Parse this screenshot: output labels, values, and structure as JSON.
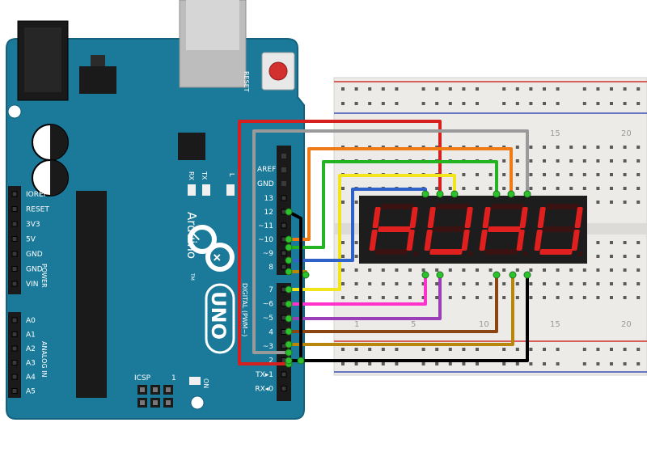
{
  "board": {
    "reset_label": "RESET",
    "aref_label": "AREF",
    "gnd_label": "GND",
    "tx_label": "TX",
    "rx_label": "RX",
    "l_label": "L",
    "brand_name": "Arduino",
    "brand_tm": "TM",
    "model": "UNO",
    "on_label": "ON",
    "icsp_label": "ICSP",
    "icsp_one": "1",
    "digital_label": "DIGITAL (PWM~)",
    "power_label": "POWER",
    "analog_label": "ANALOG IN",
    "power_pins": [
      "IOREF",
      "RESET",
      "3V3",
      "5V",
      "GND",
      "GND",
      "VIN"
    ],
    "analog_pins": [
      "A0",
      "A1",
      "A2",
      "A3",
      "A4",
      "A5"
    ],
    "digital_pins": [
      "13",
      "12",
      "~11",
      "~10",
      "~9",
      "8",
      "7",
      "~6",
      "~5",
      "4",
      "~3",
      "2",
      "TX▸1",
      "RX◂0"
    ],
    "colors": {
      "board": "#1b7a9a",
      "board_edge": "#14627d"
    }
  },
  "breadboard": {
    "column_numbers": [
      "1",
      "5",
      "10",
      "15",
      "20"
    ],
    "colors": {
      "body": "#ecebe8",
      "rail_red": "#d0332f",
      "rail_blue": "#3b4fb5"
    }
  },
  "display": {
    "digits": 4,
    "text": "HUHU",
    "colors": {
      "lit": "#e01f1f",
      "unlit": "#3a1212",
      "body": "#1d1d1d"
    }
  },
  "wires": {
    "colors": [
      "#d62020",
      "#9a9a9a",
      "#f07a16",
      "#23b323",
      "#f2e51c",
      "#2f62c8",
      "#8b4513",
      "#000000",
      "#ff33cc",
      "#9b3fb8",
      "#b8860b"
    ]
  }
}
